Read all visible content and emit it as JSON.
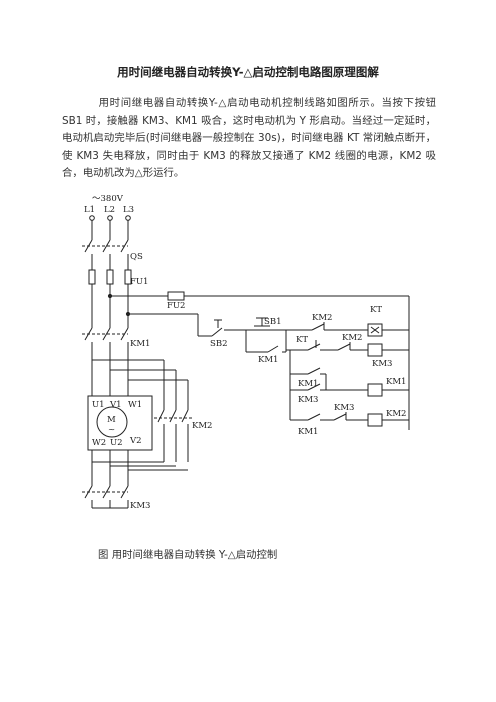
{
  "doc": {
    "title": "用时间继电器自动转换Y-△启动控制电路图原理图解",
    "paragraph": "用时间继电器自动转换Y-△启动电动机控制线路如图所示。当按下按钮 SB1 时，接触器 KM3、KM1 吸合，这时电动机为 Y 形启动。当经过一定延时，电动机启动完毕后(时间继电器一般控制在 30s)，时间继电器 KT 常闭触点断开，使 KM3 失电释放，同时由于 KM3 的释放又接通了 KM2 线圈的电源，KM2 吸合，电动机改为△形运行。",
    "caption": "图 用时间继电器自动转换 Y-△启动控制"
  },
  "diagram": {
    "supply": "～380V",
    "phases": [
      "L1",
      "L2",
      "L3"
    ],
    "labels": {
      "qs": "QS",
      "fu1": "FU1",
      "fu2": "FU2",
      "km1_main": "KM1",
      "km2_main": "KM2",
      "km3_main": "KM3",
      "u1": "U1",
      "v1": "V1",
      "w1": "W1",
      "w2": "W2",
      "u2": "U2",
      "v2": "V2",
      "motor": "M",
      "motor_sym": "~",
      "sb2": "SB2",
      "sb1": "SB1",
      "km2_c1": "KM2",
      "kt_coil": "KT",
      "km1_hold": "KM1",
      "kt_c": "KT",
      "km2_c2": "KM2",
      "km3_coil": "KM3",
      "km1_c2": "KM1",
      "km3_c2": "KM3",
      "km1_coil": "KM1",
      "km1_c3": "KM1",
      "km3_c3": "KM3",
      "km2_coil": "KM2"
    }
  }
}
